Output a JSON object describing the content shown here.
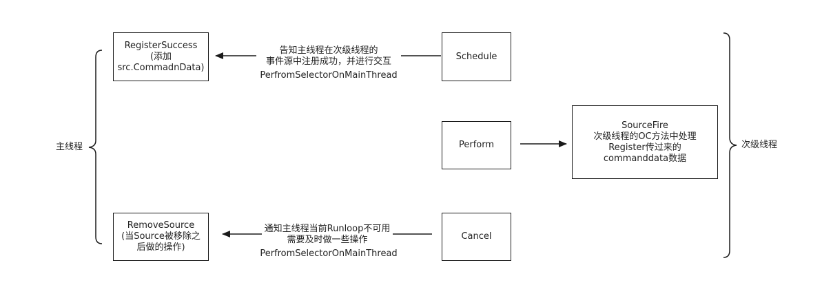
{
  "nodes": {
    "register_success": {
      "lines": [
        "RegisterSuccess",
        "(添加",
        "src.CommadnData)"
      ]
    },
    "schedule": {
      "label": "Schedule"
    },
    "perform": {
      "label": "Perform"
    },
    "source_fire": {
      "lines": [
        "SourceFire",
        "次级线程的OC方法中处理",
        "Register传过来的",
        "commanddata数据"
      ]
    },
    "remove_source": {
      "lines": [
        "RemoveSource",
        "(当Source被移除之",
        "后做的操作)"
      ]
    },
    "cancel": {
      "label": "Cancel"
    }
  },
  "edges": {
    "schedule_to_register": {
      "lines": [
        "告知主线程在次级线程的",
        "事件源中注册成功，并进行交互"
      ],
      "method": "PerfromSelectorOnMainThread"
    },
    "cancel_to_remove": {
      "lines": [
        "通知主线程当前Runloop不可用",
        "需要及时做一些操作"
      ],
      "method": "PerfromSelectorOnMainThread"
    }
  },
  "groups": {
    "main_thread": "主线程",
    "secondary_thread": "次级线程"
  }
}
